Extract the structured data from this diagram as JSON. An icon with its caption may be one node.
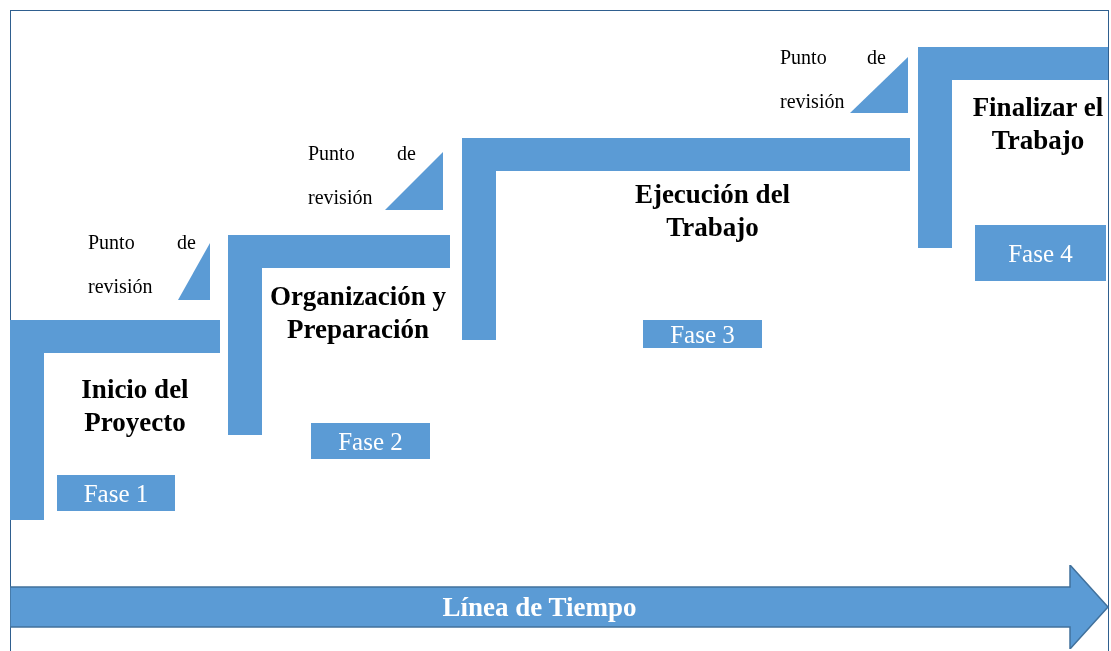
{
  "diagram": {
    "nodes": [
      {
        "text": [
          "Fase 1"
        ]
      },
      {
        "text": [
          "Fase 2"
        ]
      },
      {
        "text": [
          "Fase 3"
        ]
      },
      {
        "text": [
          "Fase 4"
        ]
      },
      {
        "text": [
          "Línea de Tiempo"
        ]
      }
    ],
    "labels": [
      "Punto de revisión",
      "Punto de revisión",
      "Punto de revisión",
      "Inicio del Proyecto",
      "Organización y Preparación",
      "Ejecución del Trabajo",
      "Finalizar el Trabajo"
    ]
  }
}
